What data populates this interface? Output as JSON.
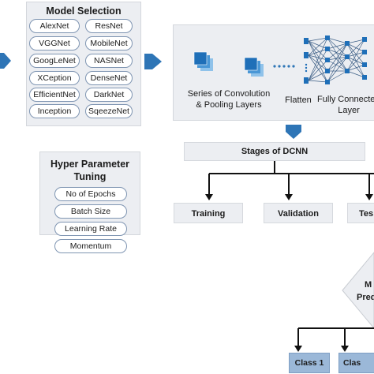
{
  "model_selection": {
    "title": "Model Selection",
    "models": [
      "AlexNet",
      "ResNet",
      "VGGNet",
      "MobileNet",
      "GoogLeNet",
      "NASNet",
      "XCeption",
      "DenseNet",
      "EfficientNet",
      "DarkNet",
      "Inception",
      "SqeezeNet"
    ]
  },
  "hyper_parameter": {
    "title_line1": "Hyper Parameter",
    "title_line2": "Tuning",
    "items": [
      "No of Epochs",
      "Batch Size",
      "Learning Rate",
      "Momentum"
    ]
  },
  "architecture": {
    "conv_label_line1": "Series of Convolution",
    "conv_label_line2": "& Pooling Layers",
    "flatten_label": "Flatten",
    "fc_label_line1": "Fully Connecte",
    "fc_label_line2": "Layer"
  },
  "stages": {
    "title": "Stages of DCNN",
    "items": [
      "Training",
      "Validation",
      "Tes"
    ]
  },
  "prediction": {
    "line1": "M",
    "line2": "Pred"
  },
  "classes": [
    "Class 1",
    "Clas"
  ],
  "colors": {
    "accent": "#2e75b6",
    "panel": "#eceef2",
    "pill_border": "#7f95b2",
    "conv_blue": "#1f6fb8",
    "class_fill": "#9bb8d8"
  }
}
